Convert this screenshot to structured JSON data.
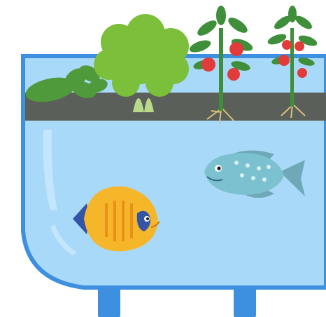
{
  "illustration": {
    "subject": "aquaponics tank",
    "plants": [
      {
        "name": "basil-plant"
      },
      {
        "name": "lettuce-plant"
      },
      {
        "name": "tomato-plant"
      },
      {
        "name": "tomato-plant-small"
      }
    ],
    "fish": [
      {
        "name": "angelfish"
      },
      {
        "name": "cichlid-fish"
      }
    ]
  },
  "colors": {
    "tank_outline": "#3d8fe0",
    "water": "#a9d9f8",
    "water_highlight": "#c9e9fc",
    "grow_bed": "#5b5f5a",
    "leg": "#3d8fe0",
    "basil": "#4f9a3a",
    "lettuce": "#7cbf3a",
    "tomato_leaf": "#3f8f3a",
    "tomato_fruit": "#e23b3b",
    "root": "#d8c07a",
    "angelfish_body": "#f6b62a",
    "angelfish_stripe": "#e98f1a",
    "angelfish_fin": "#3554a8",
    "cichlid_body": "#7cc1cf",
    "cichlid_spots": "#d6f1f6"
  }
}
